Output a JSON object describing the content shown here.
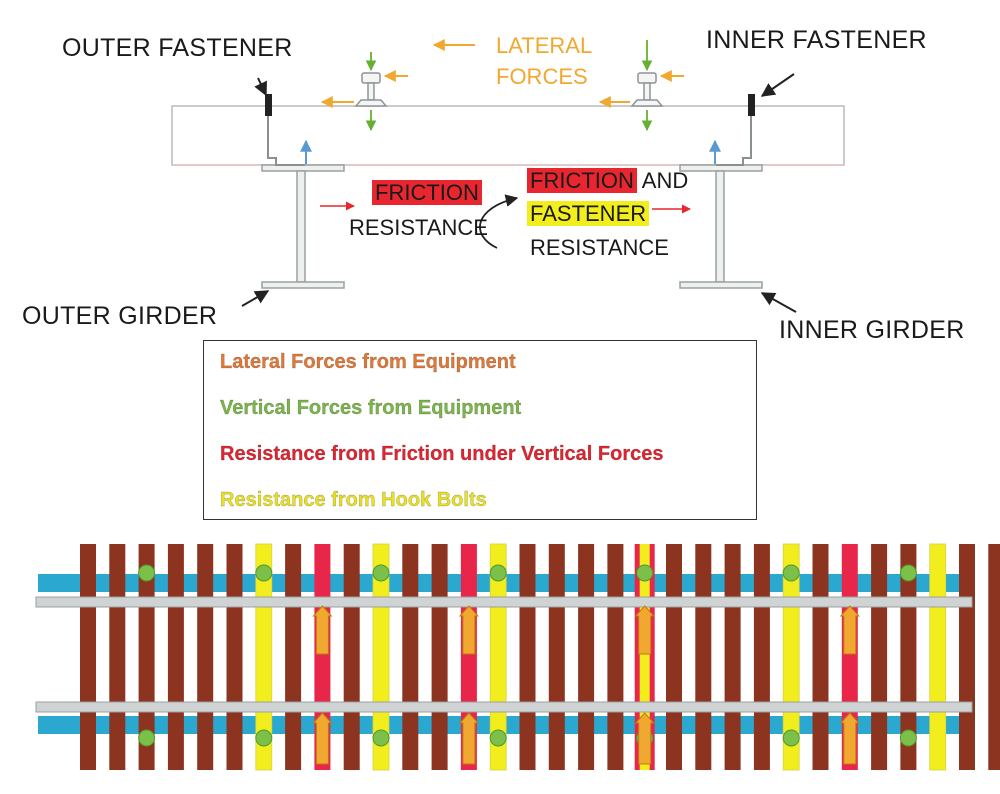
{
  "labels": {
    "outer_fastener": "OUTER FASTENER",
    "inner_fastener": "INNER FASTENER",
    "lateral_line1": "LATERAL",
    "lateral_line2": "FORCES",
    "friction_left": "FRICTION",
    "resistance_left": "RESISTANCE",
    "friction_right": "FRICTION",
    "and": "AND",
    "fastener_right": "FASTENER",
    "resistance_right": "RESISTANCE",
    "outer_girder": "OUTER GIRDER",
    "inner_girder": "INNER GIRDER"
  },
  "legend": [
    {
      "text": "Lateral Forces from Equipment",
      "color": "#e07838"
    },
    {
      "text": "Vertical Forces from Equipment",
      "color": "#7ab648"
    },
    {
      "text": "Resistance from Friction under Vertical Forces",
      "color": "#e02530"
    },
    {
      "text": "Resistance from Hook Bolts",
      "color": "#e8e020"
    }
  ],
  "colors": {
    "tie": "#8c3420",
    "tie_friction": "#e8264a",
    "tie_hook_bolt": "#f2ee1e",
    "girder_blue": "#2aa8d0",
    "rail_grey": "#cfd3d4",
    "arrow_orange": "#f0a830",
    "arrow_green": "#66b030",
    "arrow_red": "#e8262f",
    "arrow_blue": "#5a9ad0"
  },
  "tie_pattern": [
    "brown",
    "brown",
    "brown",
    "brown",
    "brown",
    "brown",
    "yellow",
    "brown",
    "red",
    "brown",
    "yellow",
    "brown",
    "brown",
    "red",
    "yellow",
    "brown",
    "brown",
    "brown",
    "brown",
    "redyellow",
    "brown",
    "brown",
    "brown",
    "brown",
    "yellow",
    "brown",
    "red",
    "brown",
    "brown",
    "yellow",
    "brown",
    "brown",
    "brown"
  ],
  "plate_markers": [
    2,
    6,
    10,
    14,
    19,
    24,
    28
  ],
  "vertical_arrow_ties": [
    8,
    13,
    19,
    26
  ]
}
